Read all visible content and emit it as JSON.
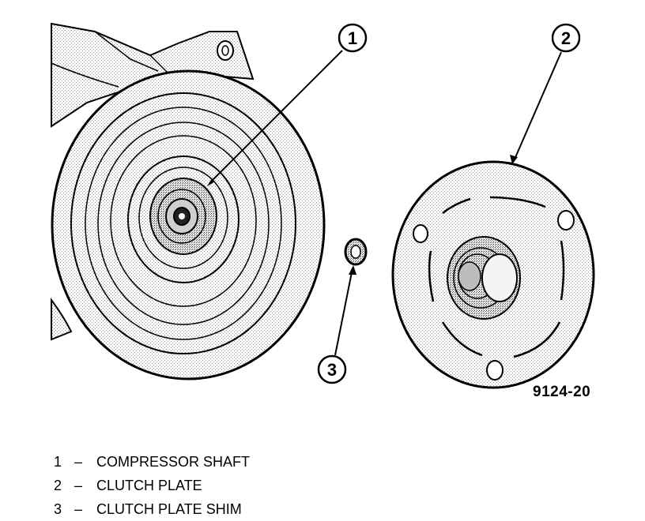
{
  "callouts": [
    {
      "number": "1"
    },
    {
      "number": "2"
    },
    {
      "number": "3"
    }
  ],
  "figure_code": "9124-20",
  "legend": [
    {
      "number": "1",
      "dash": "–",
      "label": "COMPRESSOR SHAFT"
    },
    {
      "number": "2",
      "dash": "–",
      "label": "CLUTCH PLATE"
    },
    {
      "number": "3",
      "dash": "–",
      "label": "CLUTCH PLATE SHIM"
    }
  ]
}
